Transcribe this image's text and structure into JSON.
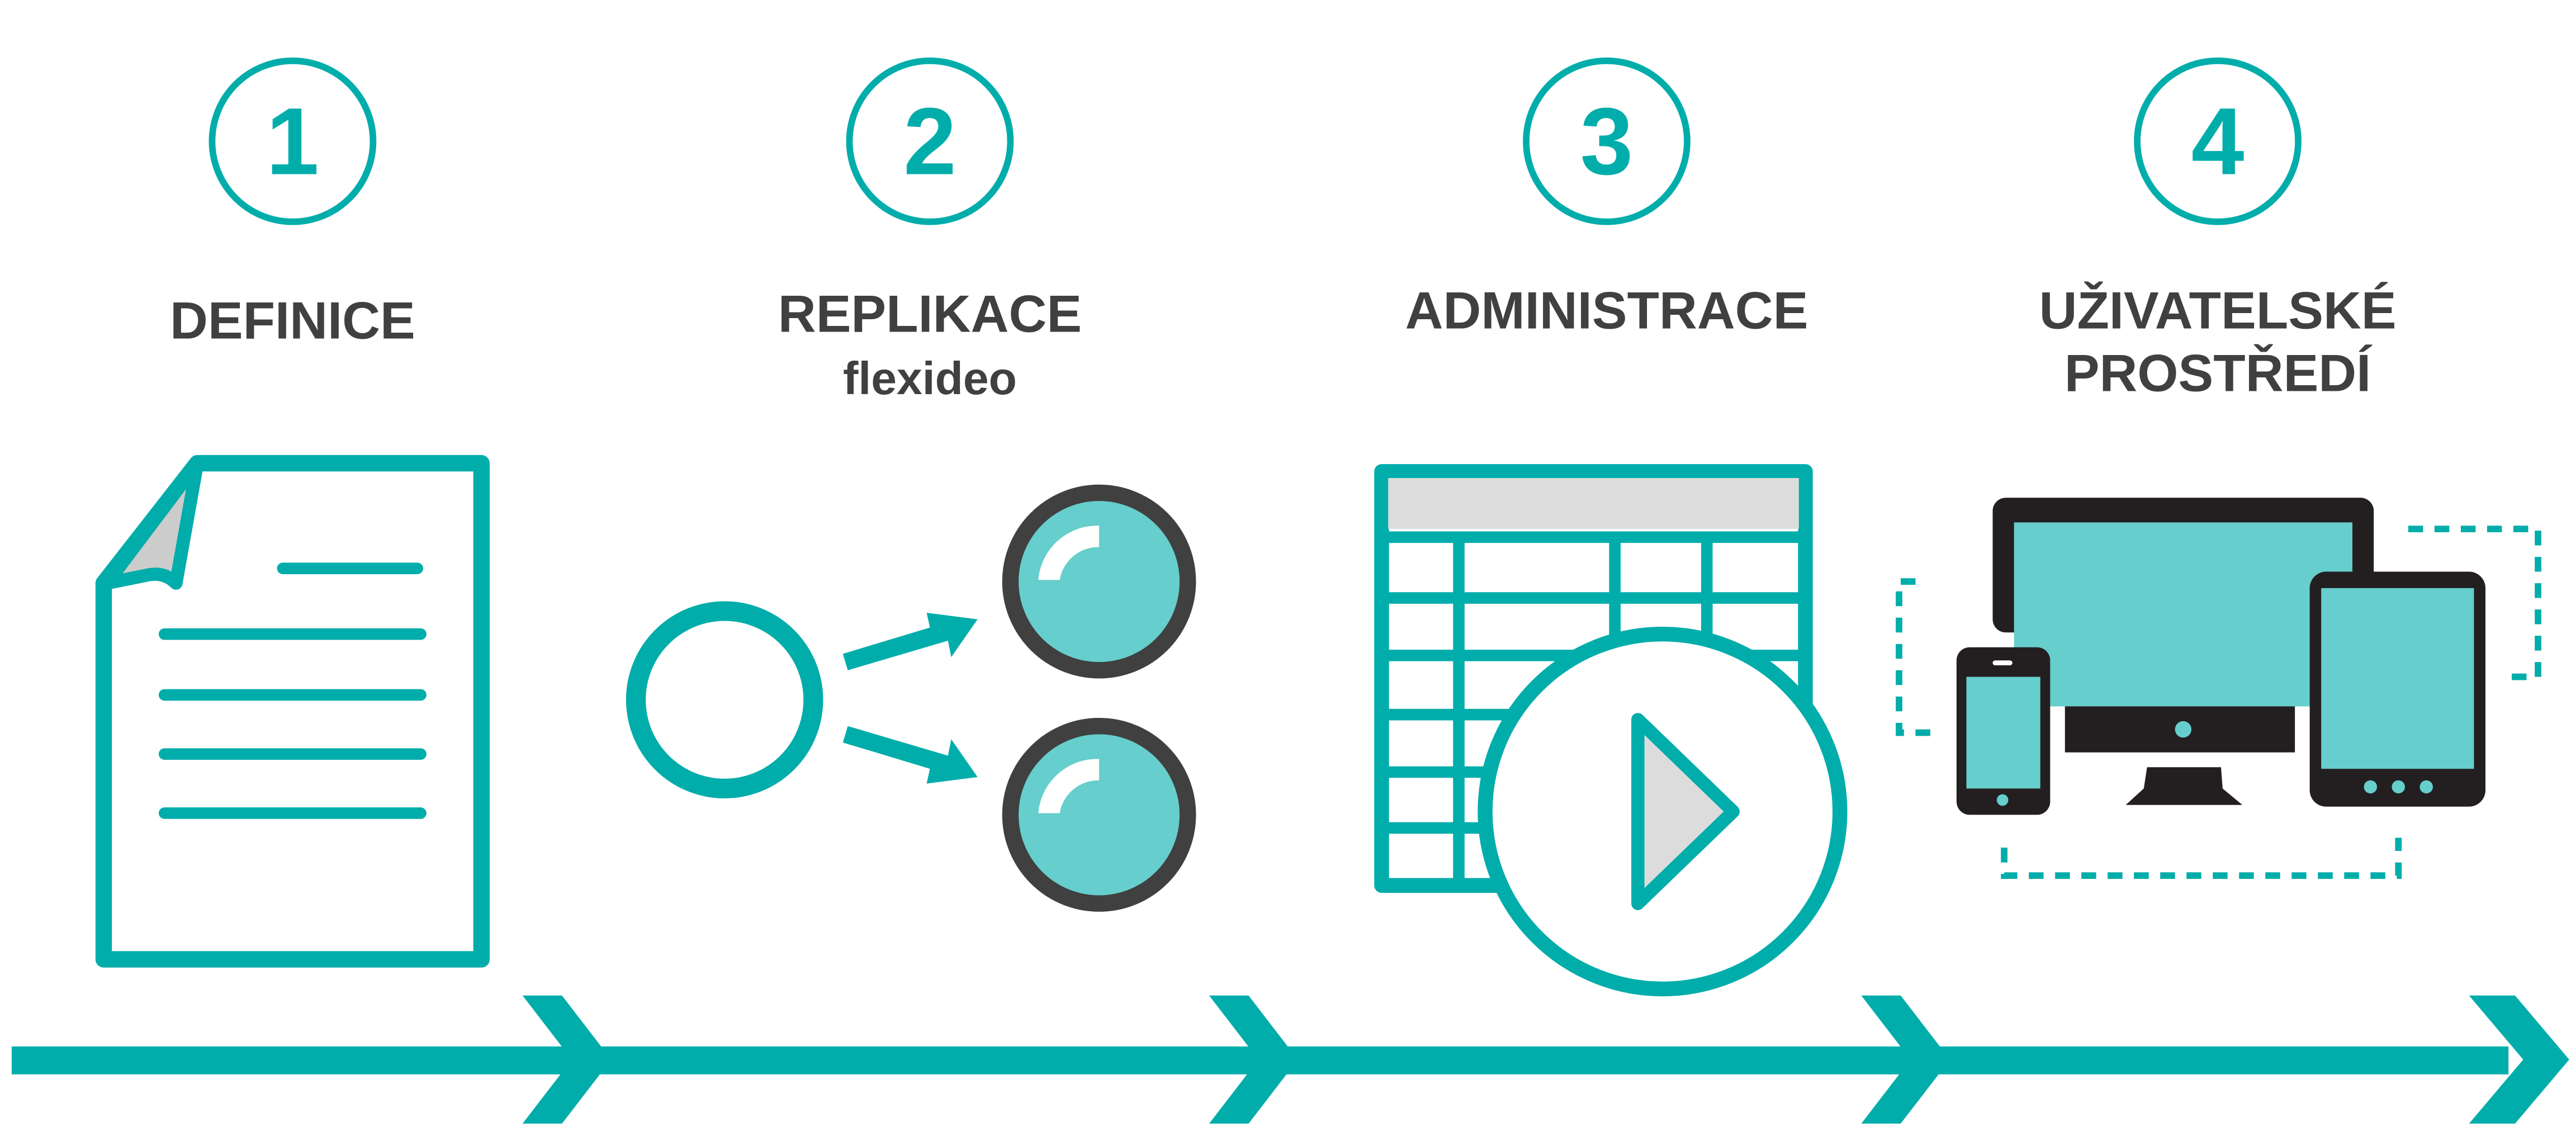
{
  "colors": {
    "teal": "#00ADAA",
    "teal_light": "#66CECC",
    "dark": "#404040",
    "device_dark": "#231F20",
    "gray_fill": "#DCDCDC"
  },
  "steps": [
    {
      "number": "1",
      "title_lines": [
        "DEFINICE"
      ],
      "icon": "document-icon"
    },
    {
      "number": "2",
      "title_lines": [
        "REPLIKACE",
        "flexideo"
      ],
      "icon": "replication-icon"
    },
    {
      "number": "3",
      "title_lines": [
        "ADMINISTRACE"
      ],
      "icon": "table-play-icon"
    },
    {
      "number": "4",
      "title_lines": [
        "UŽIVATELSKÉ",
        "PROSTŘEDÍ"
      ],
      "icon": "devices-icon"
    }
  ],
  "timeline": {
    "icon": "timeline-arrow-icon",
    "chevrons": 4
  }
}
